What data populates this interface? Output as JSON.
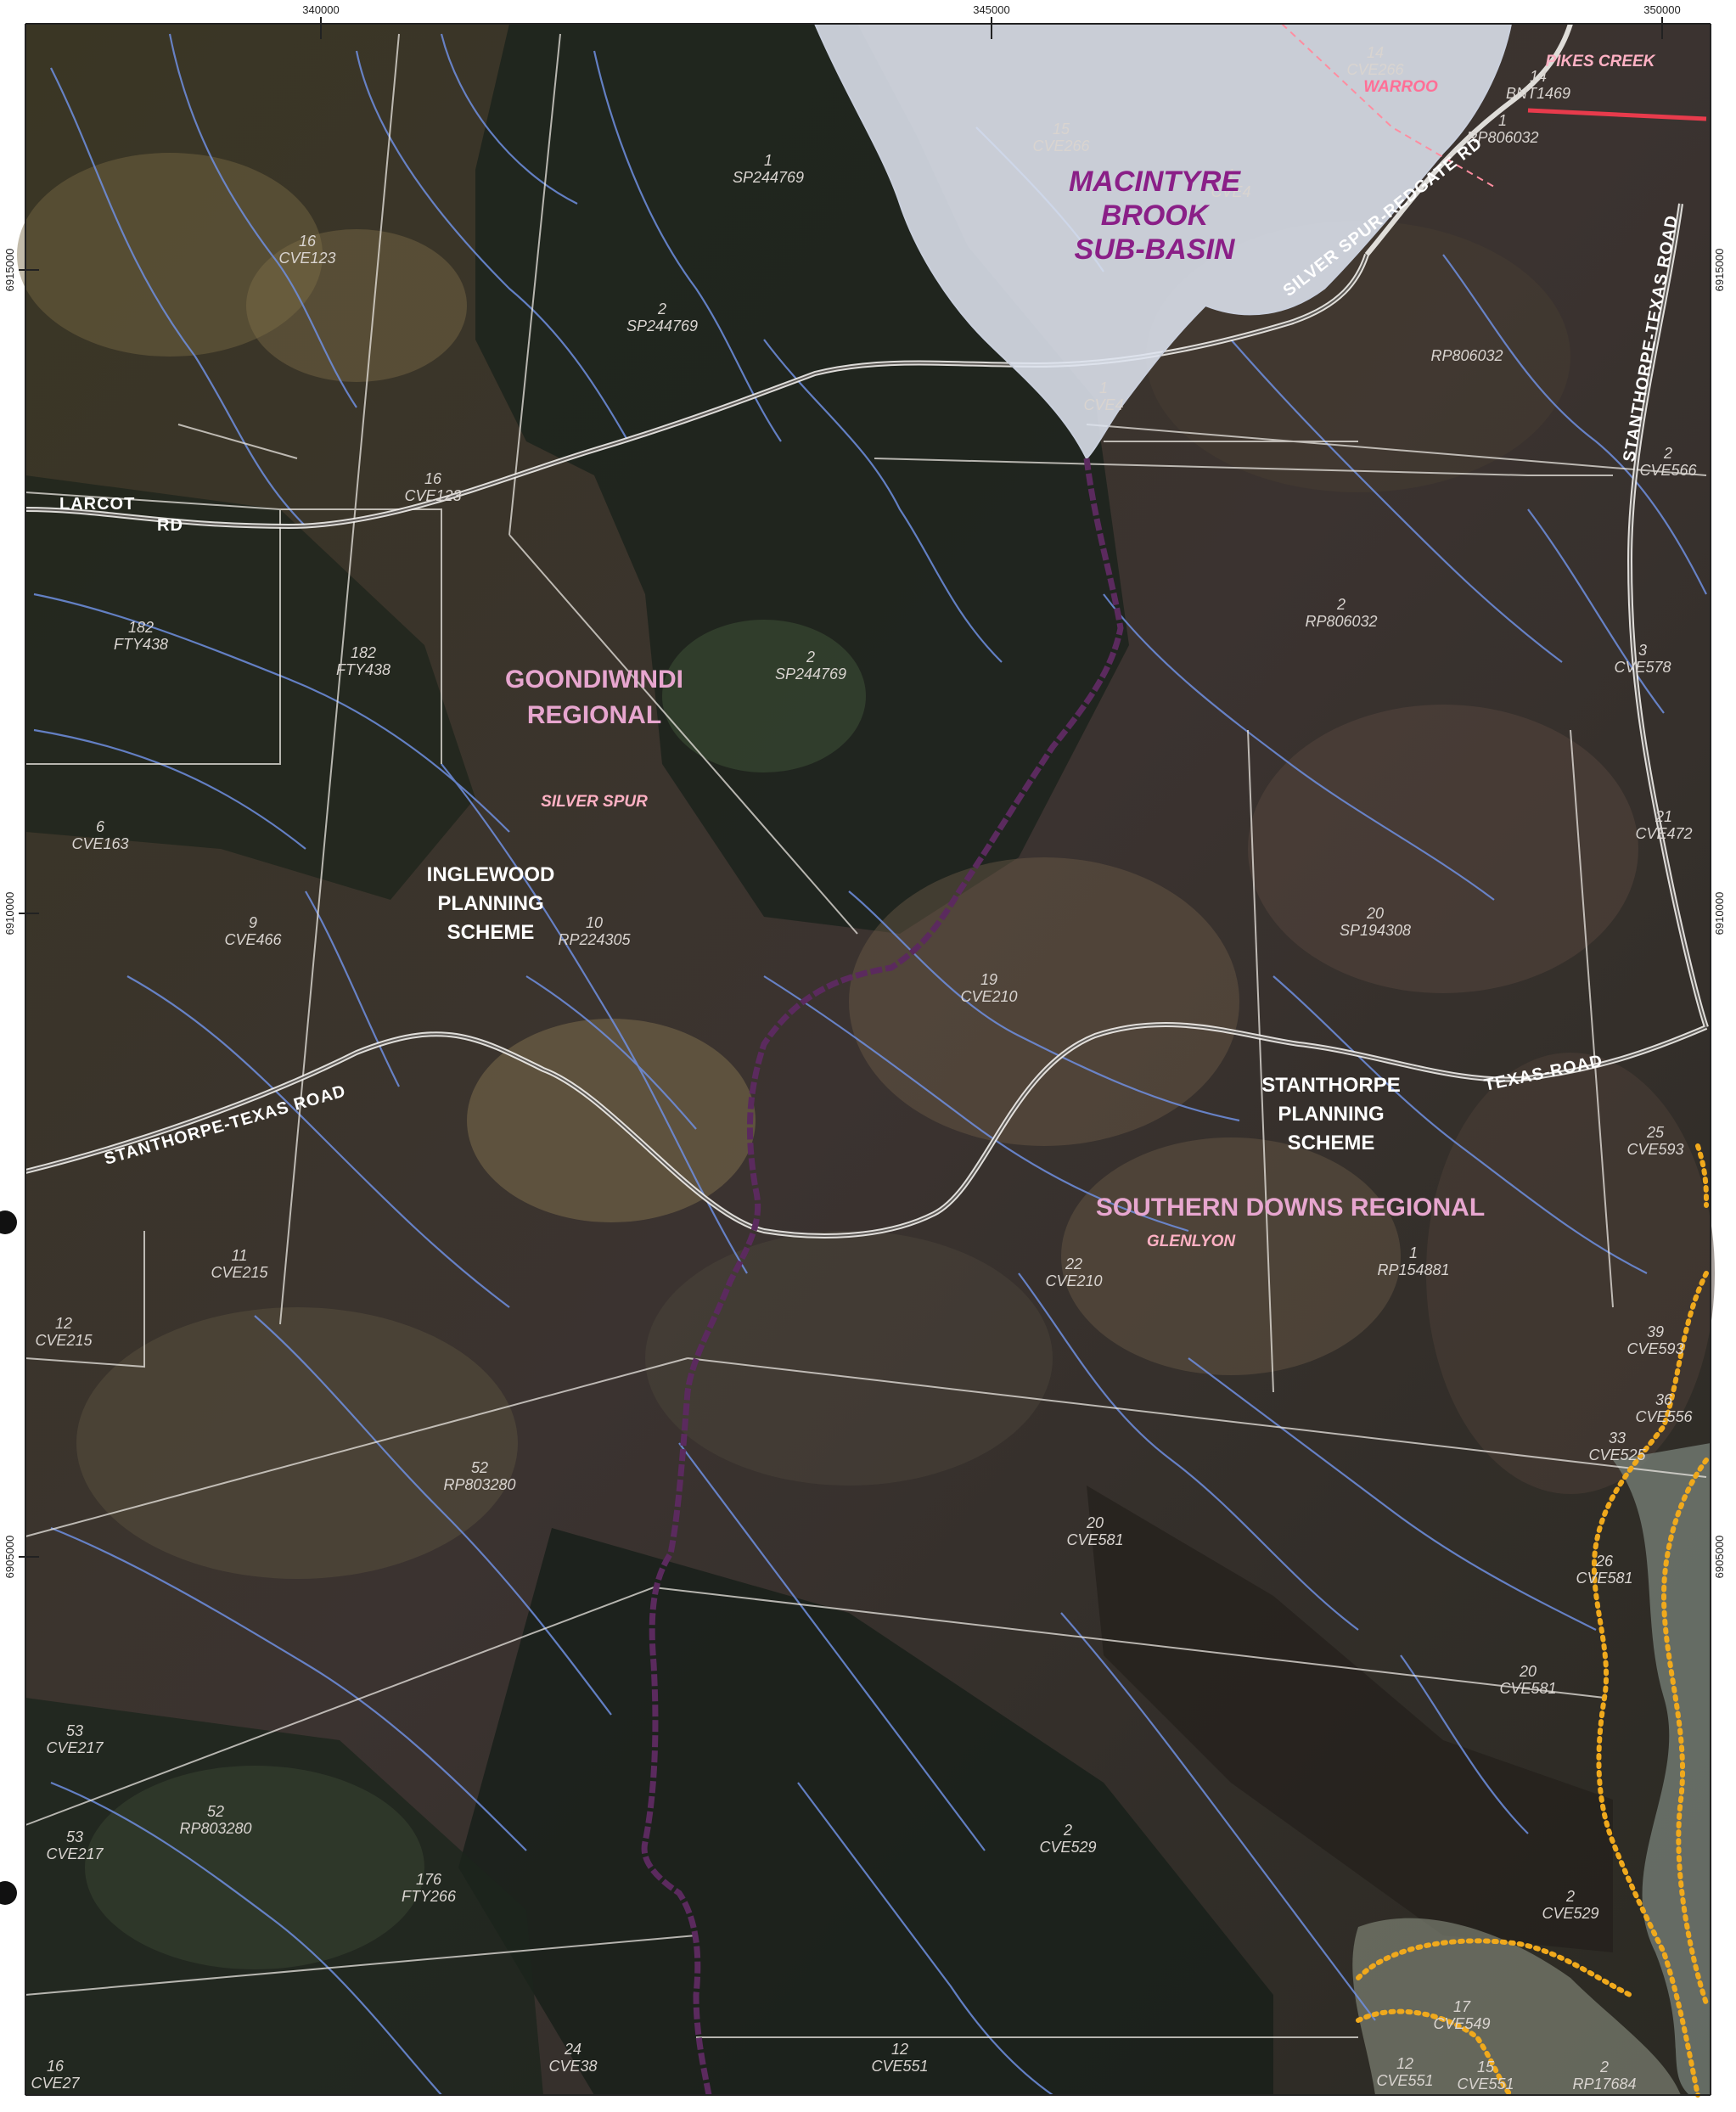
{
  "map": {
    "grid_top": [
      "340000",
      "345000",
      "350000"
    ],
    "grid_side": [
      "6915000",
      "6910000",
      "6905000"
    ]
  },
  "parcels": [
    {
      "lot": "1",
      "plan": "SP244769"
    },
    {
      "lot": "16",
      "plan": "CVE123"
    },
    {
      "lot": "2",
      "plan": "SP244769"
    },
    {
      "lot": "16",
      "plan": "CVE123"
    },
    {
      "lot": "182",
      "plan": "FTY438"
    },
    {
      "lot": "182",
      "plan": "FTY438"
    },
    {
      "lot": "2",
      "plan": "SP244769"
    },
    {
      "lot": "6",
      "plan": "CVE163"
    },
    {
      "lot": "9",
      "plan": "CVE466"
    },
    {
      "lot": "10",
      "plan": "RP224305"
    },
    {
      "lot": "19",
      "plan": "CVE210"
    },
    {
      "lot": "11",
      "plan": "CVE215"
    },
    {
      "lot": "12",
      "plan": "CVE215"
    },
    {
      "lot": "22",
      "plan": "CVE210"
    },
    {
      "lot": "52",
      "plan": "RP803280"
    },
    {
      "lot": "20",
      "plan": "CVE581"
    },
    {
      "lot": "53",
      "plan": "CVE217"
    },
    {
      "lot": "52",
      "plan": "RP803280"
    },
    {
      "lot": "53",
      "plan": "CVE217"
    },
    {
      "lot": "176",
      "plan": "FTY266"
    },
    {
      "lot": "2",
      "plan": "CVE529"
    },
    {
      "lot": "24",
      "plan": "CVE38"
    },
    {
      "lot": "12",
      "plan": "CVE551"
    },
    {
      "lot": "16",
      "plan": "CVE27"
    },
    {
      "lot": "15",
      "plan": "CVE266"
    },
    {
      "lot": "14",
      "plan": "CVE266"
    },
    {
      "lot": "14",
      "plan": "BNT1469"
    },
    {
      "lot": "1",
      "plan": "RP806032"
    },
    {
      "lot": "1",
      "plan": "CVE4"
    },
    {
      "lot": "1",
      "plan": "CVE4"
    },
    {
      "lot": "",
      "plan": "RP806032"
    },
    {
      "lot": "2",
      "plan": "CVE566"
    },
    {
      "lot": "2",
      "plan": "RP806032"
    },
    {
      "lot": "3",
      "plan": "CVE578"
    },
    {
      "lot": "21",
      "plan": "CVE472"
    },
    {
      "lot": "20",
      "plan": "SP194308"
    },
    {
      "lot": "25",
      "plan": "CVE593"
    },
    {
      "lot": "1",
      "plan": "RP154881"
    },
    {
      "lot": "39",
      "plan": "CVE593"
    },
    {
      "lot": "36",
      "plan": "CVE556"
    },
    {
      "lot": "33",
      "plan": "CVE525"
    },
    {
      "lot": "26",
      "plan": "CVE581"
    },
    {
      "lot": "20",
      "plan": "CVE581"
    },
    {
      "lot": "2",
      "plan": "CVE529"
    },
    {
      "lot": "17",
      "plan": "CVE549"
    },
    {
      "lot": "12",
      "plan": "CVE551"
    },
    {
      "lot": "15",
      "plan": "CVE551"
    },
    {
      "lot": "2",
      "plan": "RP17684"
    }
  ],
  "localities": {
    "warroo": "WARROO",
    "pikes_creek": "PIKES CREEK",
    "silver_spur": "SILVER SPUR",
    "glenlyon": "GLENLYON"
  },
  "regions": {
    "goondiwindi_1": "GOONDIWINDI",
    "goondiwindi_2": "REGIONAL",
    "southern_downs": "SOUTHERN DOWNS REGIONAL"
  },
  "schemes": {
    "inglewood": [
      "INGLEWOOD",
      "PLANNING",
      "SCHEME"
    ],
    "stanthorpe": [
      "STANTHORPE",
      "PLANNING",
      "SCHEME"
    ]
  },
  "sub_basin": [
    "MACINTYRE",
    "BROOK",
    "SUB-BASIN"
  ],
  "roads": {
    "larcot_1": "LARCOT",
    "larcot_2": "RD",
    "silver_spur_redgate": "SILVER SPUR-REDGATE RD",
    "stanthorpe_texas_east": "STANTHORPE-TEXAS ROAD",
    "stanthorpe_texas_west": "STANTHORPE-TEXAS ROAD",
    "texas_road": "TEXAS-ROAD"
  },
  "colors": {
    "boundary": "#5b2a5e",
    "basin_fill": "#dde3ee",
    "basin_text": "#8a1f87",
    "region_text": "#e7a6cf",
    "locality_pink": "#ffb1c4",
    "stream": "#6f8fe0",
    "cadastre": "#e9e6e0",
    "flood": "#f0a91c"
  }
}
